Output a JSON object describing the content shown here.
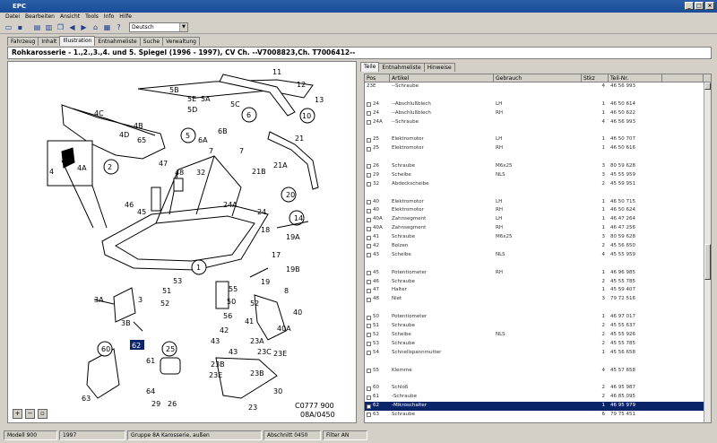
{
  "window": {
    "title": "EPC",
    "btn_min": "_",
    "btn_max": "□",
    "btn_close": "×"
  },
  "menu": [
    "Datei",
    "Bearbeiten",
    "Ansicht",
    "Tools",
    "Info",
    "Hilfe"
  ],
  "toolbar": {
    "language": "Deutsch"
  },
  "main_tabs": [
    "Fahrzeug",
    "Inhalt",
    "Illustration",
    "Entnahmeliste",
    "Suche",
    "Verwaltung"
  ],
  "header": {
    "title": "Rohkarosserie - 1.,2.,3.,4. und 5. Spiegel     (1996 - 1997), CV     Ch. --V7008823,Ch. T7006412--"
  },
  "illustration": {
    "code_line1": "C0777 900",
    "code_line2": "08A/0450",
    "callouts": [
      "1",
      "2",
      "3",
      "3A",
      "3B",
      "4",
      "4A",
      "4B",
      "4C",
      "4D",
      "5",
      "5A",
      "5B",
      "5C",
      "5D",
      "5E",
      "6",
      "6A",
      "6B",
      "7",
      "8",
      "10",
      "11",
      "12",
      "13",
      "17",
      "18",
      "19",
      "19A",
      "19B",
      "20",
      "21",
      "21A",
      "21B",
      "23",
      "23A",
      "23B",
      "23C",
      "23E",
      "24",
      "24A",
      "29",
      "26",
      "25",
      "40",
      "40A",
      "41",
      "42",
      "43",
      "45",
      "46",
      "47",
      "48",
      "50",
      "51",
      "52",
      "53",
      "55",
      "56",
      "60",
      "61",
      "62",
      "63",
      "64",
      "65"
    ],
    "highlighted_callout": "62"
  },
  "right_tabs": [
    "Teile",
    "Entnahmeliste",
    "Hinweise"
  ],
  "table": {
    "headers": [
      "Pos",
      "Artikel",
      "Gebrauch",
      "Stkz",
      "Teil-Nr."
    ],
    "rows": [
      {
        "pos": "23E",
        "artikel": "--Schraube",
        "gebrauch": "",
        "stkz": "4",
        "teil": "46 56 993",
        "check": false
      },
      {
        "pos": "",
        "artikel": "",
        "gebrauch": "",
        "stkz": "",
        "teil": "",
        "check": false
      },
      {
        "pos": "24",
        "artikel": "--Abschlußblech",
        "gebrauch": "LH",
        "stkz": "1",
        "teil": "46 50 614",
        "check": true
      },
      {
        "pos": "24",
        "artikel": "--Abschlußblech",
        "gebrauch": "RH",
        "stkz": "1",
        "teil": "46 50 622",
        "check": true
      },
      {
        "pos": "24A",
        "artikel": "--Schraube",
        "gebrauch": "",
        "stkz": "4",
        "teil": "46 56 993",
        "check": true
      },
      {
        "pos": "",
        "artikel": "",
        "gebrauch": "",
        "stkz": "",
        "teil": "",
        "check": false
      },
      {
        "pos": "25",
        "artikel": "Elektromotor",
        "gebrauch": "LH",
        "stkz": "1",
        "teil": "46 50 707",
        "check": true
      },
      {
        "pos": "25",
        "artikel": "Elektromotor",
        "gebrauch": "RH",
        "stkz": "1",
        "teil": "46 50 616",
        "check": true
      },
      {
        "pos": "",
        "artikel": "",
        "gebrauch": "",
        "stkz": "",
        "teil": "",
        "check": false
      },
      {
        "pos": "26",
        "artikel": "Schraube",
        "gebrauch": "M6x25",
        "stkz": "3",
        "teil": "80 59 628",
        "check": true
      },
      {
        "pos": "29",
        "artikel": "Scheibe",
        "gebrauch": "NLS",
        "stkz": "3",
        "teil": "45 55 959",
        "check": true
      },
      {
        "pos": "32",
        "artikel": "Abdeckscheibe",
        "gebrauch": "",
        "stkz": "2",
        "teil": "45 59 951",
        "check": true
      },
      {
        "pos": "",
        "artikel": "",
        "gebrauch": "",
        "stkz": "",
        "teil": "",
        "check": false
      },
      {
        "pos": "40",
        "artikel": "Elektromotor",
        "gebrauch": "LH",
        "stkz": "1",
        "teil": "46 50 715",
        "check": true
      },
      {
        "pos": "40",
        "artikel": "Elektromotor",
        "gebrauch": "RH",
        "stkz": "1",
        "teil": "46 50 624",
        "check": true
      },
      {
        "pos": "40A",
        "artikel": "Zahnsegment",
        "gebrauch": "LH",
        "stkz": "1",
        "teil": "46 47 264",
        "check": true
      },
      {
        "pos": "40A",
        "artikel": "Zahnsegment",
        "gebrauch": "RH",
        "stkz": "1",
        "teil": "46 47 256",
        "check": true
      },
      {
        "pos": "41",
        "artikel": "Schraube",
        "gebrauch": "M6x25",
        "stkz": "3",
        "teil": "80 59 628",
        "check": true
      },
      {
        "pos": "42",
        "artikel": "Bolzen",
        "gebrauch": "",
        "stkz": "2",
        "teil": "45 56 650",
        "check": true
      },
      {
        "pos": "43",
        "artikel": "Scheibe",
        "gebrauch": "NLS",
        "stkz": "4",
        "teil": "45 55 959",
        "check": true
      },
      {
        "pos": "",
        "artikel": "",
        "gebrauch": "",
        "stkz": "",
        "teil": "",
        "check": false
      },
      {
        "pos": "45",
        "artikel": "Potentiometer",
        "gebrauch": "RH",
        "stkz": "1",
        "teil": "46 96 985",
        "check": true
      },
      {
        "pos": "46",
        "artikel": "Schraube",
        "gebrauch": "",
        "stkz": "2",
        "teil": "45 55 785",
        "check": true
      },
      {
        "pos": "47",
        "artikel": "Halter",
        "gebrauch": "",
        "stkz": "1",
        "teil": "45 59 407",
        "check": true
      },
      {
        "pos": "48",
        "artikel": "Niet",
        "gebrauch": "",
        "stkz": "3",
        "teil": "79 72 516",
        "check": true
      },
      {
        "pos": "",
        "artikel": "",
        "gebrauch": "",
        "stkz": "",
        "teil": "",
        "check": false
      },
      {
        "pos": "50",
        "artikel": "Potentiometer",
        "gebrauch": "",
        "stkz": "1",
        "teil": "46 97 017",
        "check": true
      },
      {
        "pos": "51",
        "artikel": "Schraube",
        "gebrauch": "",
        "stkz": "2",
        "teil": "45 55 637",
        "check": true
      },
      {
        "pos": "52",
        "artikel": "Scheibe",
        "gebrauch": "NLS",
        "stkz": "2",
        "teil": "45 55 926",
        "check": true
      },
      {
        "pos": "53",
        "artikel": "Schraube",
        "gebrauch": "",
        "stkz": "2",
        "teil": "45 55 785",
        "check": true
      },
      {
        "pos": "54",
        "artikel": "Schnellspannmutter",
        "gebrauch": "",
        "stkz": "1",
        "teil": "45 56 658",
        "check": true
      },
      {
        "pos": "",
        "artikel": "",
        "gebrauch": "",
        "stkz": "",
        "teil": "",
        "check": false
      },
      {
        "pos": "55",
        "artikel": "Klemme",
        "gebrauch": "",
        "stkz": "4",
        "teil": "45 57 658",
        "check": true
      },
      {
        "pos": "",
        "artikel": "",
        "gebrauch": "",
        "stkz": "",
        "teil": "",
        "check": false
      },
      {
        "pos": "60",
        "artikel": "Schloß",
        "gebrauch": "",
        "stkz": "2",
        "teil": "46 95 987",
        "check": true
      },
      {
        "pos": "61",
        "artikel": "-Schraube",
        "gebrauch": "",
        "stkz": "2",
        "teil": "46 85 095",
        "check": true
      },
      {
        "pos": "62",
        "artikel": "-Mikroschalter",
        "gebrauch": "",
        "stkz": "1",
        "teil": "46 95 979",
        "check": true,
        "selected": true
      },
      {
        "pos": "63",
        "artikel": "Schraube",
        "gebrauch": "",
        "stkz": "6",
        "teil": "79 75 451",
        "check": true
      }
    ]
  },
  "status": {
    "model": "Modell 900",
    "year": "1997",
    "group": "Gruppe 8A Karosserie, außen",
    "section": "Abschnitt 0450",
    "filter": "Filter AN"
  }
}
